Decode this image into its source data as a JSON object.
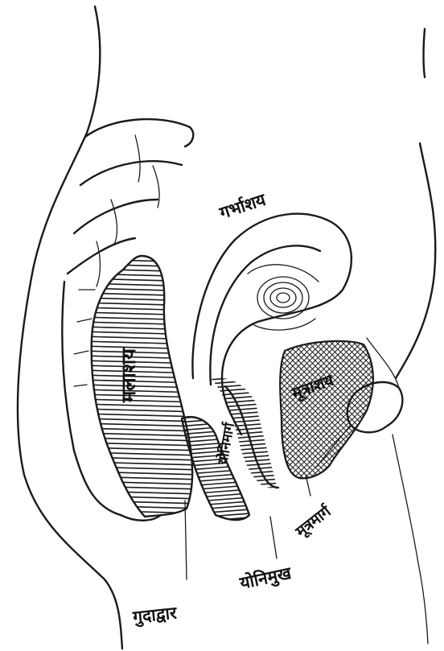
{
  "labels": {
    "uterus": "गर्भाशय",
    "rectum": "मलाशय",
    "vagina": "योनिमार्ग",
    "bladder": "मूत्राशय",
    "urethra": "मूत्रमार्ग",
    "vaginal_opening": "योनिमुख",
    "anus": "गुदाद्वार"
  },
  "colors": {
    "ink": "#1a1a1a",
    "paper": "#ffffff"
  }
}
